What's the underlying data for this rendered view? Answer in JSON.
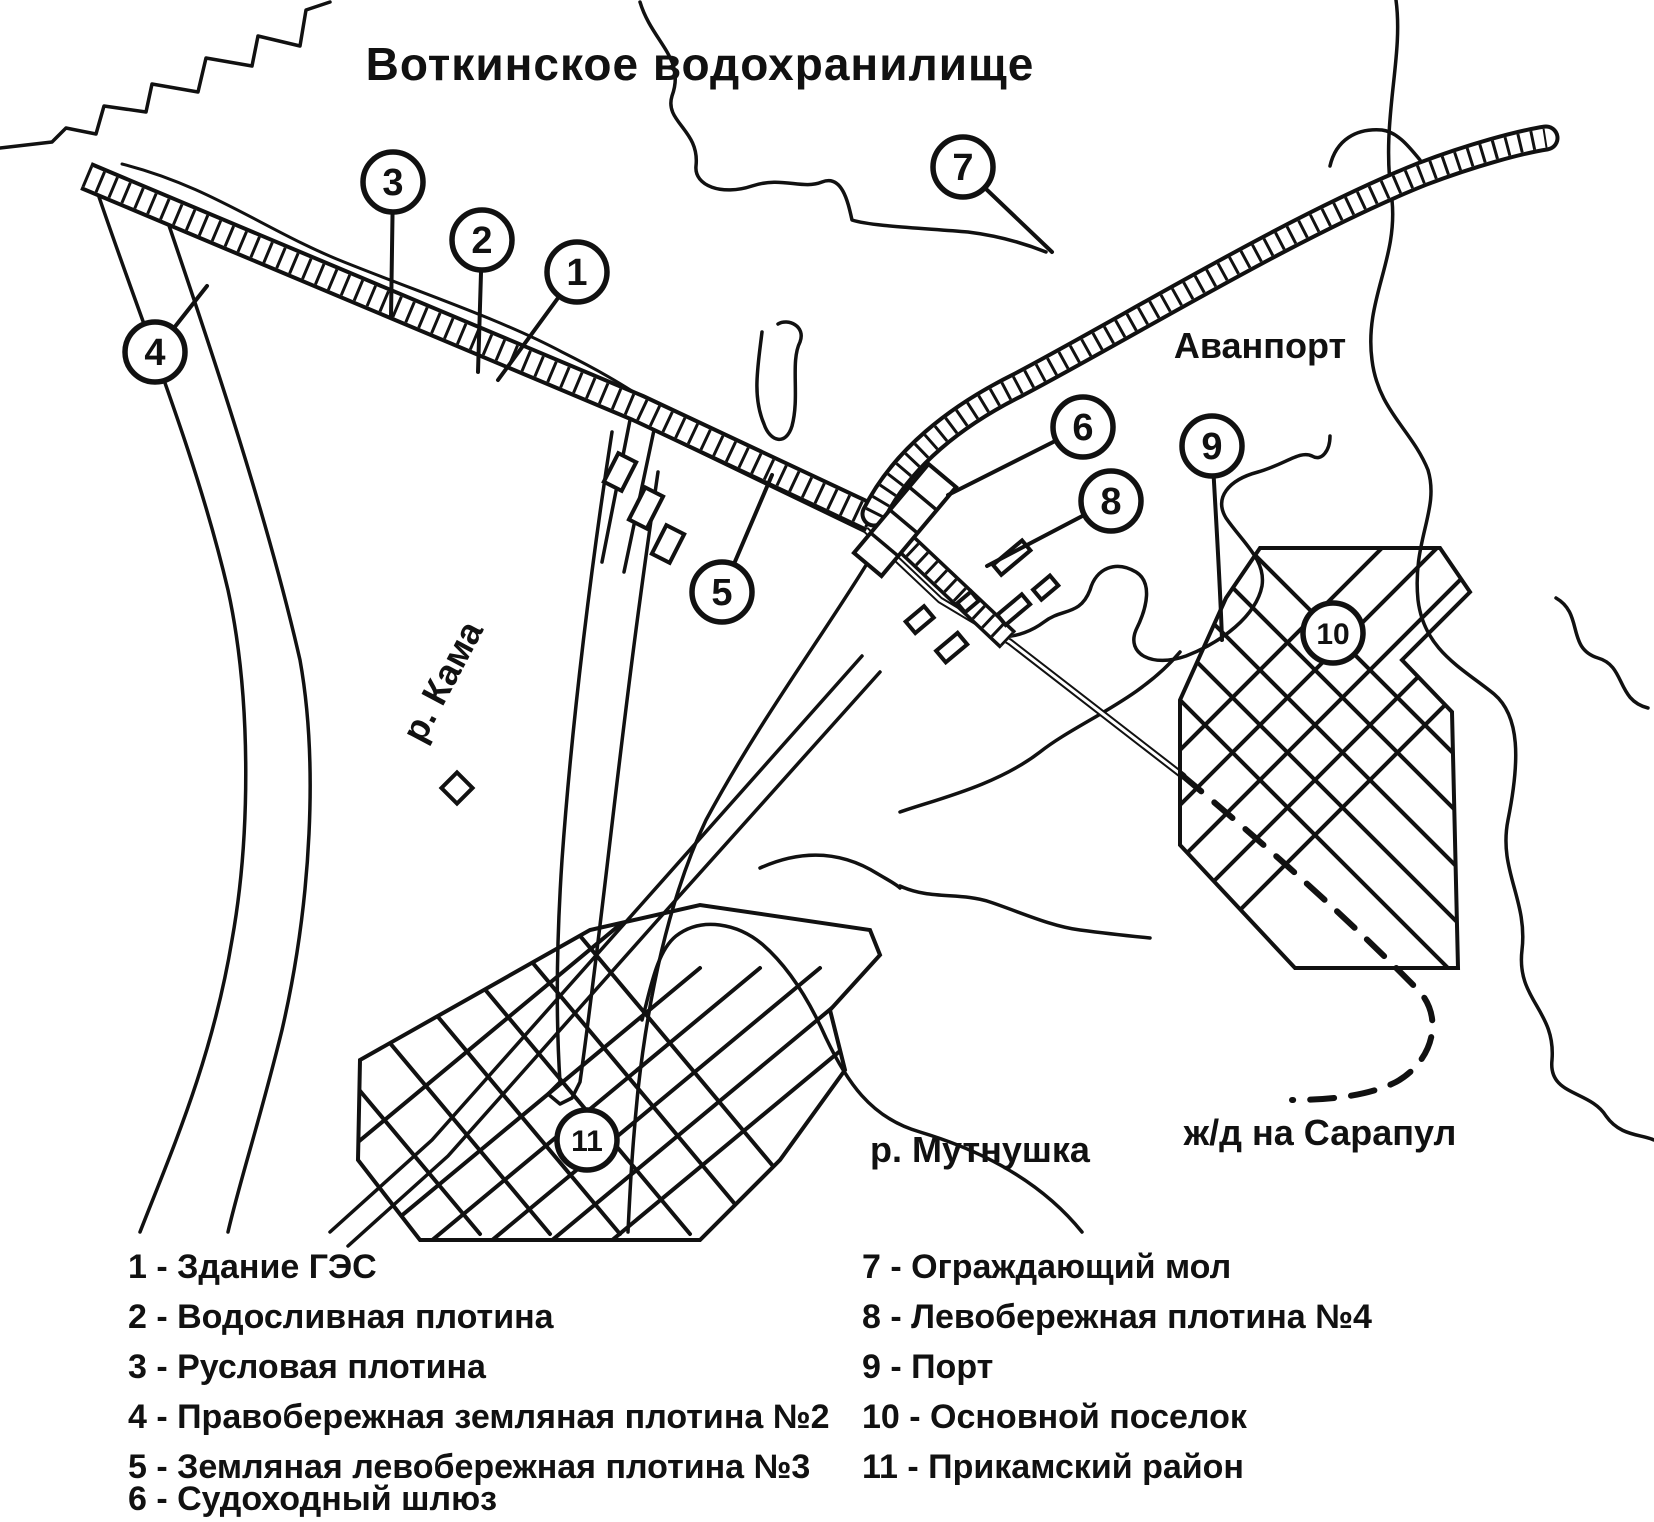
{
  "page": {
    "title": "Воткинское водохранилище",
    "ink_color": "#111111",
    "paper_color": "#ffffff"
  },
  "map": {
    "labels": {
      "avanport": "Аванпорт",
      "kama_river": "р. Кама",
      "mutnushka_river": "р. Мутнушка",
      "railway": "ж/д на Сарапул"
    },
    "markers": [
      "1",
      "2",
      "3",
      "4",
      "5",
      "6",
      "7",
      "8",
      "9",
      "10",
      "11"
    ]
  },
  "legend": {
    "column1": [
      "1 - Здание ГЭС",
      "2 - Водосливная плотина",
      "3 - Русловая плотина",
      "4 - Правобережная земляная плотина №2",
      "5 - Земляная левобережная плотина №3",
      "6 - Судоходный шлюз"
    ],
    "column2": [
      "7 - Ограждающий мол",
      "8 - Левобережная плотина №4",
      "9 - Порт",
      "10 - Основной поселок",
      "11 - Прикамский район"
    ]
  }
}
